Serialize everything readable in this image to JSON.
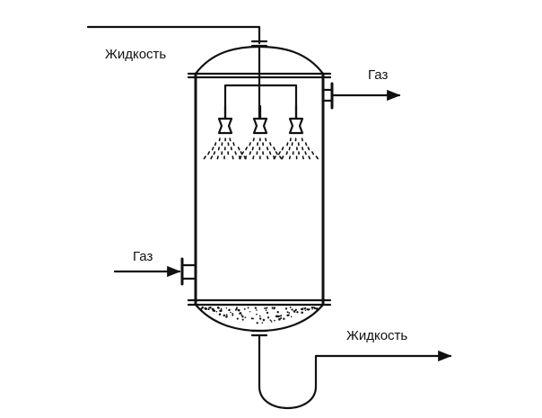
{
  "labels": {
    "liquid_in": "Жидкость",
    "gas_out": "Газ",
    "gas_in": "Газ",
    "liquid_out": "Жидкость"
  },
  "colors": {
    "line": "#111111",
    "background": "#ffffff"
  }
}
